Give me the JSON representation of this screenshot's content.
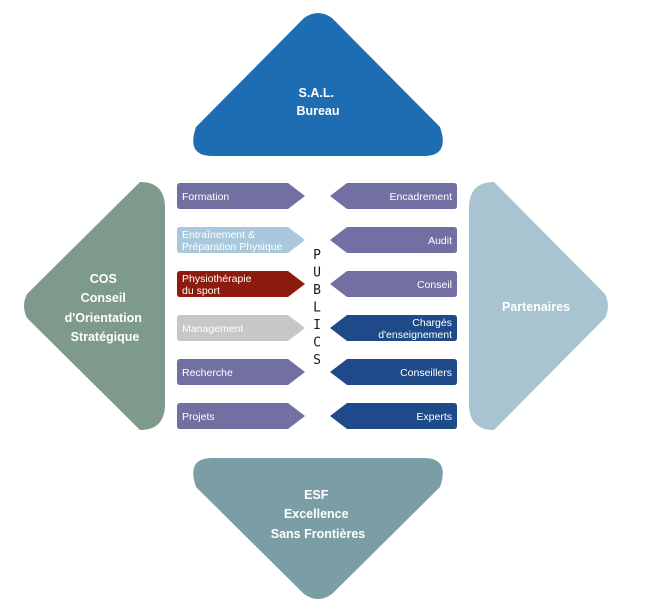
{
  "top": {
    "lines": [
      "S.A.L.",
      "Bureau"
    ],
    "color": "#1e6db3"
  },
  "left": {
    "lines": [
      "COS",
      "Conseil",
      "d'Orientation",
      "Stratégique"
    ],
    "color": "#7e9a8a"
  },
  "right": {
    "lines": [
      "Partenaires"
    ],
    "color": "#a9c4d1"
  },
  "bottom": {
    "lines": [
      "ESF",
      "Excellence",
      "Sans Frontières"
    ],
    "color": "#7b9ea6"
  },
  "center": {
    "vertical_text": "PUBLICS",
    "color": "#1a1a1a"
  },
  "left_items": [
    {
      "lines": [
        "Formation"
      ],
      "color": "#7270a3"
    },
    {
      "lines": [
        "Entraînement &",
        "Préparation Physique"
      ],
      "color": "#a9c8dc"
    },
    {
      "lines": [
        "Physiothérapie",
        "du sport"
      ],
      "color": "#8e1b10"
    },
    {
      "lines": [
        "Management"
      ],
      "color": "#c7c7c7"
    },
    {
      "lines": [
        "Recherche"
      ],
      "color": "#7270a3"
    },
    {
      "lines": [
        "Projets"
      ],
      "color": "#7270a3"
    }
  ],
  "right_items": [
    {
      "lines": [
        "Encadrement"
      ],
      "color": "#7270a3"
    },
    {
      "lines": [
        "Audit"
      ],
      "color": "#7270a3"
    },
    {
      "lines": [
        "Conseil"
      ],
      "color": "#7270a3"
    },
    {
      "lines": [
        "Chargés",
        "d'enseignement"
      ],
      "color": "#1f4a8a"
    },
    {
      "lines": [
        "Conseillers"
      ],
      "color": "#1f4a8a"
    },
    {
      "lines": [
        "Experts"
      ],
      "color": "#1f4a8a"
    }
  ]
}
